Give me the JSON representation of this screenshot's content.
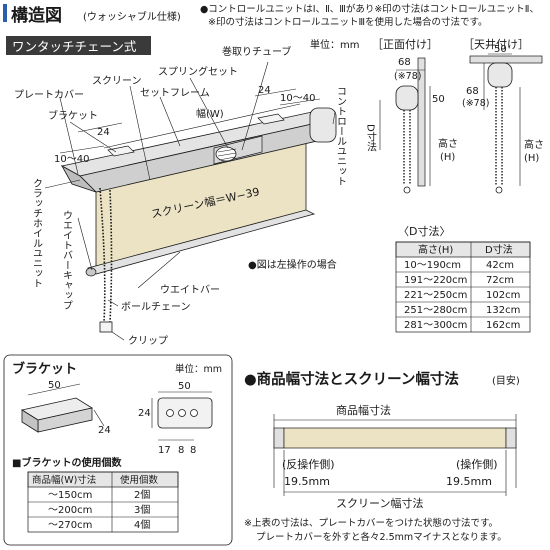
{
  "structure": {
    "title": "構造図",
    "title_sub": "(ウォッシャブル仕様)",
    "badge": "ワンタッチチェーン式",
    "note1": "●コントロールユニットはⅠ、Ⅱ、Ⅲがあり※印の寸法はコントロールユニットⅡ、",
    "note2": "※印の寸法はコントロールユニットⅢを使用した場合の寸法です。",
    "unit": "単位：mm",
    "labels": {
      "maki_tube": "巻取りチューブ",
      "spring_set": "スプリングセット",
      "screen": "スクリーン",
      "set_frame": "セットフレーム",
      "plate_cover": "プレートカバー",
      "bracket": "ブラケット",
      "control_unit": "コントロールユニット",
      "clutch_unit": "クラッチホイルユニット",
      "weight_bar_cap": "ウエイトバーキャップ",
      "weight_bar": "ウエイトバー",
      "ball_chain": "ボールチェーン",
      "clip": "クリップ",
      "width": "幅(W)",
      "screen_width": "スクリーン幅＝W−39",
      "dim_24a": "24",
      "dim_24b": "24",
      "dim_10_40a": "10〜40",
      "dim_10_40b": "10〜40",
      "left_op": "●図は左操作の場合"
    }
  },
  "mounting": {
    "front_label": "［正面付け］",
    "ceiling_label": "［天井付け］",
    "front": {
      "d68": "68",
      "d78": "(※78)",
      "d50": "50",
      "dsun": "D寸法",
      "takasa": "高さ",
      "h": "(H)"
    },
    "ceiling": {
      "d50": "50",
      "d68": "68",
      "d78": "(※78)",
      "takasa": "高さ",
      "h": "(H)"
    }
  },
  "d_table": {
    "title": "〈D寸法〉",
    "headers": [
      "高さ(H)",
      "D寸法"
    ],
    "rows": [
      [
        "10〜190cm",
        "42cm"
      ],
      [
        "191〜220cm",
        "72cm"
      ],
      [
        "221〜250cm",
        "102cm"
      ],
      [
        "251〜280cm",
        "132cm"
      ],
      [
        "281〜300cm",
        "162cm"
      ]
    ]
  },
  "bracket": {
    "title": "ブラケット",
    "unit": "単位：mm",
    "dims": {
      "d50a": "50",
      "d24a": "24",
      "d50b": "50",
      "d24b": "24",
      "d17": "17",
      "d8a": "8",
      "d8b": "8"
    },
    "usage_title": "■ブラケットの使用個数",
    "headers": [
      "商品幅(W)寸法",
      "使用個数"
    ],
    "rows": [
      [
        "〜150cm",
        "2個"
      ],
      [
        "〜200cm",
        "3個"
      ],
      [
        "〜270cm",
        "4個"
      ]
    ]
  },
  "screen_width": {
    "title": "●商品幅寸法とスクリーン幅寸法",
    "title_sub": "(目安)",
    "product_width": "商品幅寸法",
    "left_side": "(反操作側)",
    "right_side": "(操作側)",
    "left_mm": "19.5mm",
    "right_mm": "19.5mm",
    "screen_width": "スクリーン幅寸法",
    "note1": "※上表の寸法は、プレートカバーをつけた状態の寸法です。",
    "note2": "プレートカバーを外すと各々2.5mmマイナスとなります。"
  },
  "colors": {
    "screen": "#ece3c4",
    "frame": "#d9d9d9",
    "badge_bg": "#3a3a3a",
    "table_head": "#e6e6e6",
    "bullet_blue": "#2b5fae"
  }
}
